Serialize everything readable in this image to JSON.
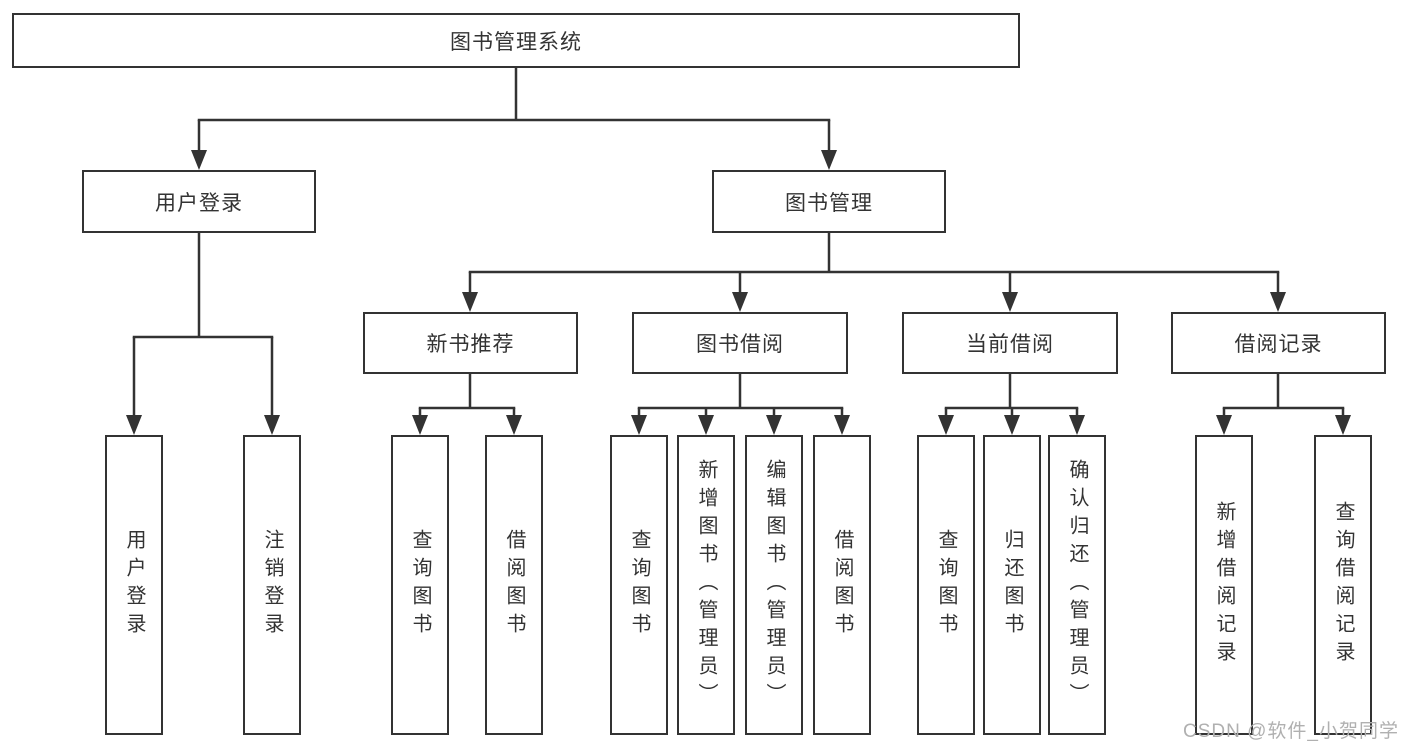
{
  "tree": {
    "root": {
      "label": "图书管理系统"
    },
    "branches": [
      {
        "label": "用户登录",
        "children": [
          {
            "label": "用户登录"
          },
          {
            "label": "注销登录"
          }
        ]
      },
      {
        "label": "图书管理",
        "children": [
          {
            "label": "新书推荐",
            "children": [
              {
                "label": "查询图书"
              },
              {
                "label": "借阅图书"
              }
            ]
          },
          {
            "label": "图书借阅",
            "children": [
              {
                "label": "查询图书"
              },
              {
                "label": "新增图书（管理员）"
              },
              {
                "label": "编辑图书（管理员）"
              },
              {
                "label": "借阅图书"
              }
            ]
          },
          {
            "label": "当前借阅",
            "children": [
              {
                "label": "查询图书"
              },
              {
                "label": "归还图书"
              },
              {
                "label": "确认归还（管理员）"
              }
            ]
          },
          {
            "label": "借阅记录",
            "children": [
              {
                "label": "新增借阅记录"
              },
              {
                "label": "查询借阅记录"
              }
            ]
          }
        ]
      }
    ]
  },
  "watermark": {
    "text": "CSDN @软件_小贺同学"
  },
  "colors": {
    "line": "#333333",
    "text": "#333333",
    "background": "#ffffff",
    "watermark": "#b0b0b0"
  }
}
